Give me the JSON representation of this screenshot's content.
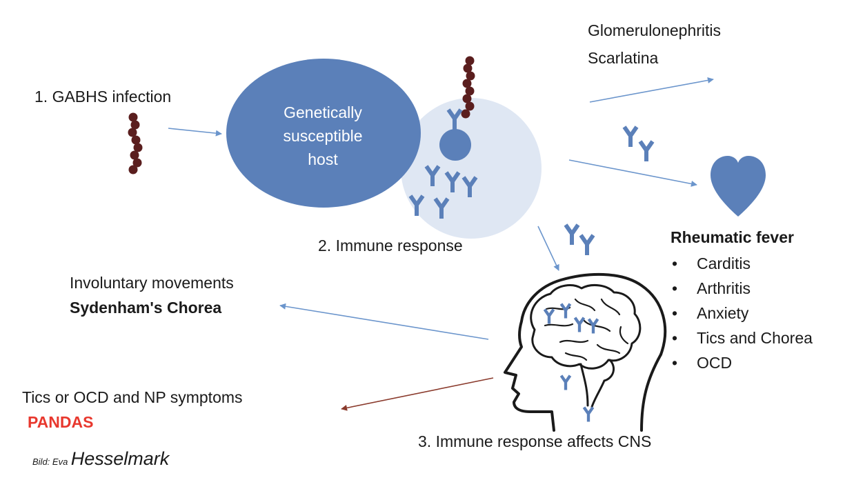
{
  "labels": {
    "gabhs": "1. GABHS infection",
    "host": [
      "Genetically",
      "susceptible",
      "host"
    ],
    "glomerulonephritis": "Glomerulonephritis",
    "scarlatina": "Scarlatina",
    "immune_response": "2. Immune response",
    "rheumatic_fever": "Rheumatic fever",
    "rheumatic_items": [
      "Carditis",
      "Arthritis",
      "Anxiety",
      "Tics and Chorea",
      "OCD"
    ],
    "involuntary": "Involuntary movements",
    "sydenham": "Sydenham's Chorea",
    "tics_ocd": "Tics or OCD and NP symptoms",
    "pandas": "PANDAS",
    "cns": "3. Immune response affects CNS",
    "credit_prefix": "Bild: Eva",
    "credit_name": "Hesselmark"
  },
  "colors": {
    "host_fill": "#5b80b9",
    "halo_fill": "#dfe7f3",
    "antibody": "#5b80b9",
    "heart": "#5b80b9",
    "bacteria": "#5a1e1e",
    "arrow_blue": "#6b95cc",
    "arrow_dark": "#8a3a2c",
    "pandas_red": "#e8382e"
  },
  "icons": [
    "streptococcus-chain-icon",
    "antibody-icon",
    "heart-icon",
    "human-head-brain-icon"
  ]
}
